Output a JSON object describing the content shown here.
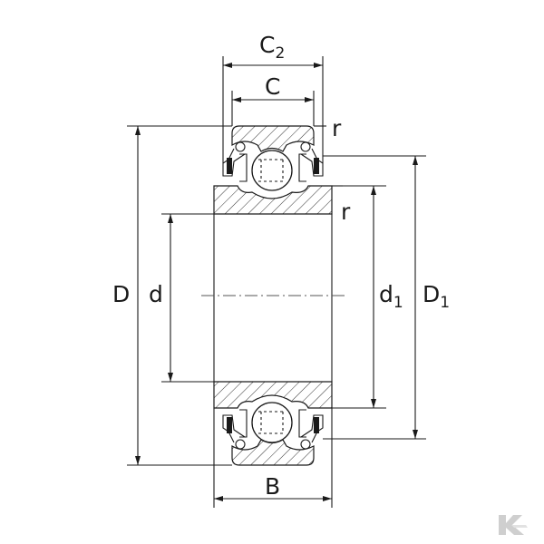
{
  "labels": {
    "C2_main": "C",
    "C2_sub": "2",
    "C": "C",
    "r_top": "r",
    "r_mid": "r",
    "D": "D",
    "d": "d",
    "d1_main": "d",
    "d1_sub": "1",
    "D1_main": "D",
    "D1_sub": "1",
    "B": "B"
  },
  "colors": {
    "line": "#1a1a1a",
    "logo": "#cfcfcf"
  },
  "logo_icon": "kverneland-k-logo"
}
